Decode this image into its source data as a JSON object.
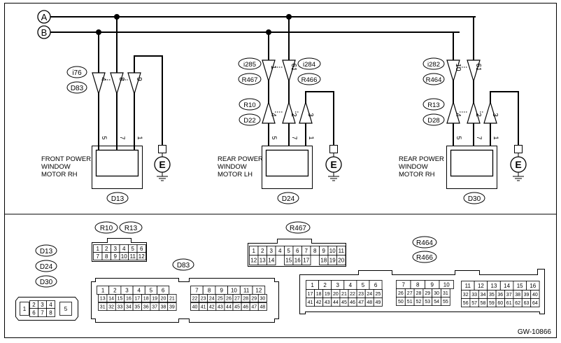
{
  "bus": {
    "a": "A",
    "b": "B"
  },
  "motors": [
    {
      "id": "rh-front",
      "lines": [
        "FRONT POWER",
        "WINDOW",
        "MOTOR RH"
      ],
      "connector": "D13",
      "pins": [
        "5",
        "7",
        "1"
      ]
    },
    {
      "id": "lh-rear",
      "lines": [
        "REAR POWER",
        "WINDOW",
        "MOTOR LH"
      ],
      "connector": "D24",
      "pins": [
        "5",
        "7",
        "1"
      ]
    },
    {
      "id": "rh-rear",
      "lines": [
        "REAR POWER",
        "WINDOW",
        "MOTOR RH"
      ],
      "connector": "D30",
      "pins": [
        "5",
        "7",
        "1"
      ]
    }
  ],
  "ground_label": "E",
  "connector_refs": {
    "g1": [
      "i76",
      "D83"
    ],
    "g2a": [
      "i285",
      "R467"
    ],
    "g2b": [
      "i284",
      "R466"
    ],
    "g2c": [
      "R10",
      "D22"
    ],
    "g3a": [
      "i282",
      "R464"
    ],
    "g3b": [
      "R13",
      "D28"
    ]
  },
  "pin_numbers": {
    "g1": [
      "4",
      "8",
      "9"
    ],
    "g2_top": [
      "1",
      "61"
    ],
    "g2_bot": [
      "4",
      "2",
      "3"
    ],
    "g3_top": [
      "10",
      "61"
    ],
    "g3_bot": [
      "4",
      "2",
      "3"
    ]
  },
  "connectors": {
    "r10_r13": {
      "labels": [
        "R10",
        "R13"
      ],
      "rows": [
        [
          "1",
          "2",
          "3",
          "4",
          "5",
          "6"
        ],
        [
          "7",
          "8",
          "9",
          "10",
          "11",
          "12"
        ]
      ]
    },
    "r467": {
      "label": "R467",
      "row1": [
        "1",
        "2",
        "3",
        "4",
        "5",
        "6",
        "7",
        "8",
        "9",
        "10",
        "11"
      ],
      "row2": [
        "12",
        "13",
        "14",
        "",
        "15",
        "16",
        "17",
        "",
        "18",
        "19",
        "20"
      ]
    },
    "d_small": {
      "labels": [
        "D13",
        "D24",
        "D30"
      ],
      "row1": [
        "1",
        "2",
        "3",
        "4",
        "5"
      ],
      "row2": [
        "6",
        "7",
        "8"
      ]
    },
    "d83": {
      "label": "D83",
      "l1": [
        "1",
        "2",
        "3",
        "4",
        "5",
        "6"
      ],
      "l2": [
        "13",
        "14",
        "15",
        "16",
        "17",
        "18",
        "19",
        "20",
        "21"
      ],
      "l3": [
        "31",
        "32",
        "33",
        "34",
        "35",
        "36",
        "37",
        "38",
        "39"
      ],
      "r1": [
        "7",
        "8",
        "9",
        "10",
        "11",
        "12"
      ],
      "r2": [
        "22",
        "23",
        "24",
        "25",
        "26",
        "27",
        "28",
        "29",
        "30"
      ],
      "r3": [
        "40",
        "41",
        "42",
        "43",
        "44",
        "45",
        "46",
        "47",
        "48"
      ]
    },
    "r464": {
      "labels": [
        "R464",
        "R466"
      ],
      "a1": [
        "1",
        "2",
        "3",
        "4",
        "5",
        "6"
      ],
      "a2": [
        "17",
        "18",
        "19",
        "20",
        "21",
        "22",
        "23",
        "24",
        "25"
      ],
      "a3": [
        "41",
        "42",
        "43",
        "44",
        "45",
        "46",
        "47",
        "48",
        "49"
      ],
      "b1": [
        "7",
        "8",
        "9",
        "10"
      ],
      "b2": [
        "26",
        "27",
        "28",
        "29",
        "30",
        "31"
      ],
      "b3": [
        "50",
        "51",
        "52",
        "53",
        "54",
        "55"
      ],
      "c1": [
        "11",
        "12",
        "13",
        "14",
        "15",
        "16"
      ],
      "c2": [
        "32",
        "33",
        "34",
        "35",
        "36",
        "37",
        "38",
        "39",
        "40"
      ],
      "c3": [
        "56",
        "57",
        "58",
        "59",
        "60",
        "61",
        "62",
        "63",
        "64"
      ]
    }
  },
  "figure_id": "GW-10866"
}
